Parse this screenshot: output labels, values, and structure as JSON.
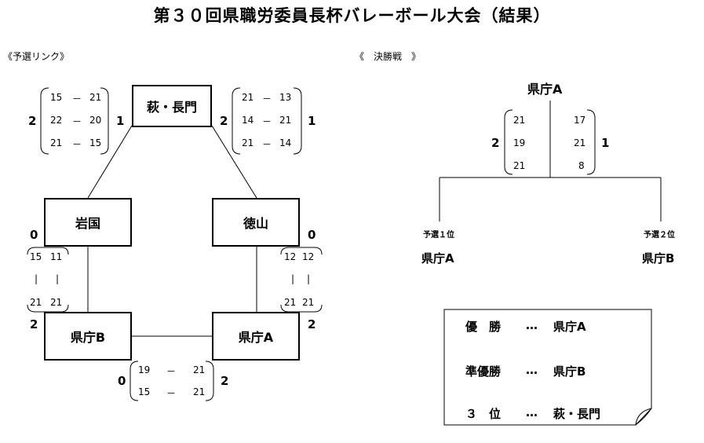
{
  "title": "第３０回県職労委員長杯バレーボール大会（結果）",
  "league_heading": "《予選リンク》",
  "final_heading": "《　決勝戦　》",
  "teams": {
    "hagi": "萩・長門",
    "iwakuni": "岩国",
    "tokuyama": "徳山",
    "kenchoB": "県庁B",
    "kenchoA": "県庁A"
  },
  "matches": {
    "iwakuni_vs_hagi": {
      "left_wins": "2",
      "right_wins": "1",
      "rows": [
        [
          "15",
          "－",
          "21"
        ],
        [
          "22",
          "－",
          "20"
        ],
        [
          "21",
          "－",
          "15"
        ]
      ]
    },
    "hagi_vs_tokuyama": {
      "left_wins": "2",
      "right_wins": "1",
      "rows": [
        [
          "21",
          "－",
          "13"
        ],
        [
          "14",
          "－",
          "21"
        ],
        [
          "21",
          "－",
          "14"
        ]
      ]
    },
    "iwakuni_vs_kenchoB": {
      "top_wins": "0",
      "bottom_wins": "2",
      "top": [
        "15",
        "11"
      ],
      "sep": [
        "|",
        "|"
      ],
      "bottom": [
        "21",
        "21"
      ]
    },
    "tokuyama_vs_kenchoA": {
      "top_wins": "0",
      "bottom_wins": "2",
      "top": [
        "12",
        "12"
      ],
      "sep": [
        "|",
        "|"
      ],
      "bottom": [
        "21",
        "21"
      ]
    },
    "kenchoB_vs_kenchoA": {
      "left_wins": "0",
      "right_wins": "2",
      "rows": [
        [
          "19",
          "－",
          "21"
        ],
        [
          "15",
          "－",
          "21"
        ]
      ]
    }
  },
  "final": {
    "winner": "県庁A",
    "left_wins": "2",
    "right_wins": "1",
    "left_scores": [
      "21",
      "19",
      "21"
    ],
    "right_scores": [
      "17",
      "21",
      "8"
    ],
    "left_seed": "予選１位",
    "left_team": "県庁A",
    "right_seed": "予選２位",
    "right_team": "県庁B"
  },
  "results": [
    {
      "rank": "優　勝",
      "dots": "…",
      "team": "県庁A"
    },
    {
      "rank": "準優勝",
      "dots": "…",
      "team": "県庁B"
    },
    {
      "rank": "３　位",
      "dots": "…",
      "team": "萩・長門"
    }
  ]
}
